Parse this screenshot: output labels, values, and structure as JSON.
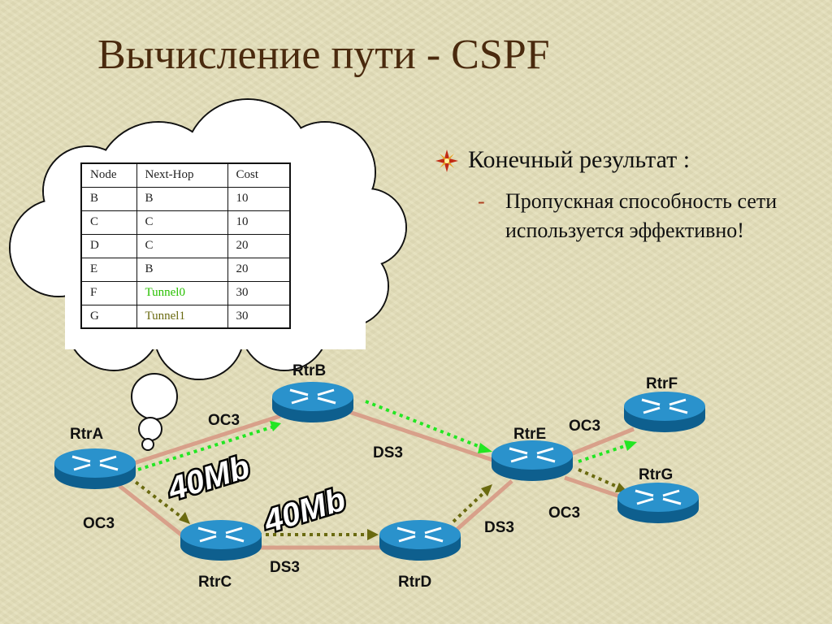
{
  "slide": {
    "title": "Вычисление пути - CSPF",
    "bullet": "Конечный результат :",
    "sub_bullet_dash": "-",
    "sub_bullet": "Пропускная способность сети используется эффективно!"
  },
  "route_table": {
    "headers": [
      "Node",
      "Next-Hop",
      "Cost"
    ],
    "rows": [
      [
        "B",
        "B",
        "10"
      ],
      [
        "C",
        "C",
        "10"
      ],
      [
        "D",
        "C",
        "20"
      ],
      [
        "E",
        "B",
        "20"
      ],
      [
        "F",
        "Tunnel0",
        "30"
      ],
      [
        "G",
        "Tunnel1",
        "30"
      ]
    ]
  },
  "routers": {
    "a": "RtrA",
    "b": "RtrB",
    "c": "RtrC",
    "d": "RtrD",
    "e": "RtrE",
    "f": "RtrF",
    "g": "RtrG"
  },
  "links": {
    "ab": "OC3",
    "ac": "OC3",
    "be": "DS3",
    "cd": "DS3",
    "de": "DS3",
    "ef": "OC3",
    "eg": "OC3"
  },
  "bandwidth_labels": {
    "tunnel0": "40Mb",
    "tunnel1": "40Mb"
  },
  "colors": {
    "title": "#4a2a0e",
    "link": "#d8a08a",
    "tunnel0": "#22e622",
    "tunnel1": "#6a6a10",
    "router": "#1a7fb8"
  }
}
